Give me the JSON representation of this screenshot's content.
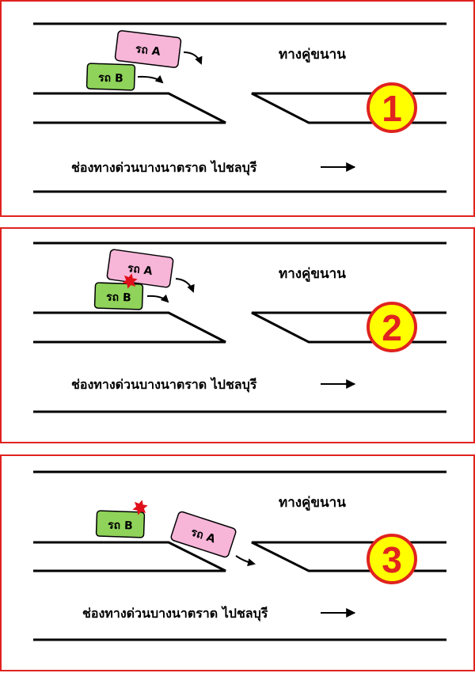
{
  "palette": {
    "frame_border": "#e0231f",
    "car_a_fill": "#f7b5d8",
    "car_b_fill": "#8fd35a",
    "badge_fill": "#ffff00",
    "badge_ring": "#e0231f",
    "crash": "#e0101a"
  },
  "panels": [
    {
      "number": "1",
      "car_a": "รถ A",
      "car_b": "รถ B",
      "side_road": "ทางคู่ขนาน",
      "main_road": "ช่องทางด่วนบางนาตราด ไปชลบุรี"
    },
    {
      "number": "2",
      "car_a": "รถ A",
      "car_b": "รถ B",
      "side_road": "ทางคู่ขนาน",
      "main_road": "ช่องทางด่วนบางนาตราด ไปชลบุรี"
    },
    {
      "number": "3",
      "car_a": "รถ A",
      "car_b": "รถ B",
      "side_road": "ทางคู่ขนาน",
      "main_road": "ช่องทางด่วนบางนาตราด ไปชลบุรี"
    }
  ]
}
